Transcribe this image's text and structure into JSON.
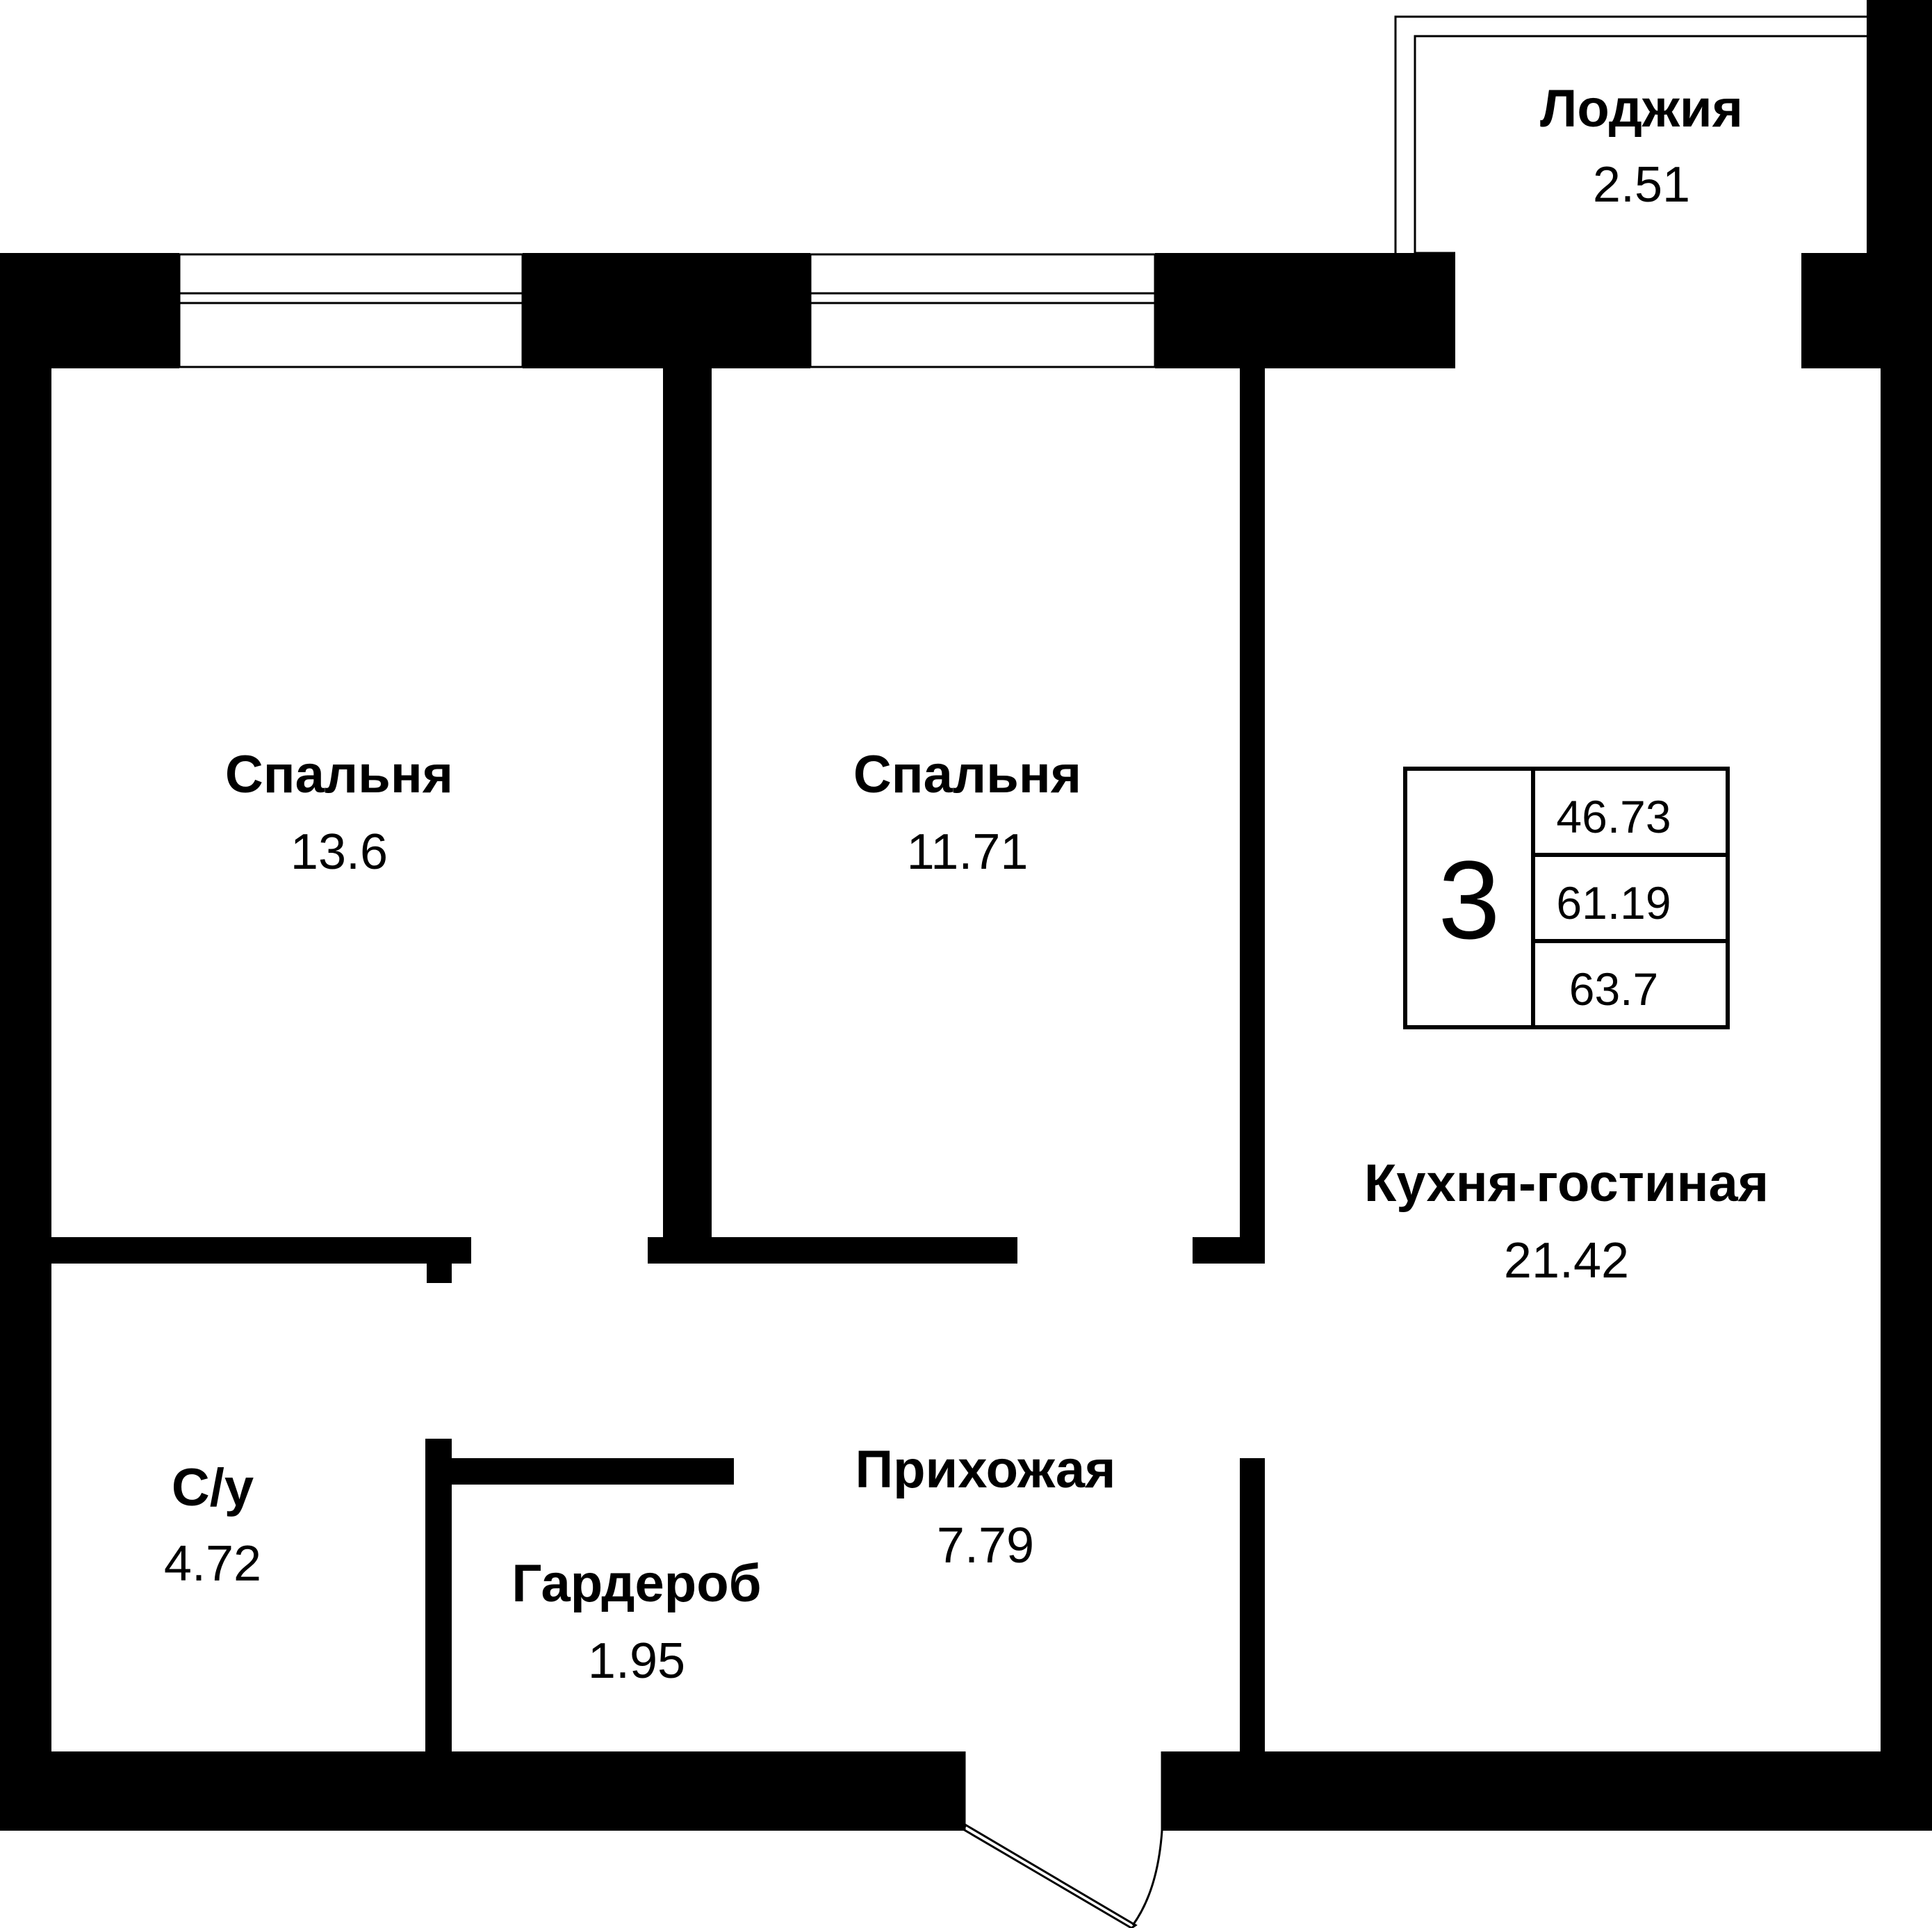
{
  "rooms": {
    "loggia": {
      "name": "Лоджия",
      "area": "2.51"
    },
    "bedroom1": {
      "name": "Спальня",
      "area": "13.6"
    },
    "bedroom2": {
      "name": "Спальня",
      "area": "11.71"
    },
    "kitchen_living": {
      "name": "Кухня-гостиная",
      "area": "21.42"
    },
    "bathroom": {
      "name": "С/у",
      "area": "4.72"
    },
    "hallway": {
      "name": "Прихожая",
      "area": "7.79"
    },
    "wardrobe": {
      "name": "Гардероб",
      "area": "1.95"
    }
  },
  "summary": {
    "room_count": "3",
    "living_area": "46.73",
    "total_area": "61.19",
    "total_with_loggia": "63.7"
  }
}
